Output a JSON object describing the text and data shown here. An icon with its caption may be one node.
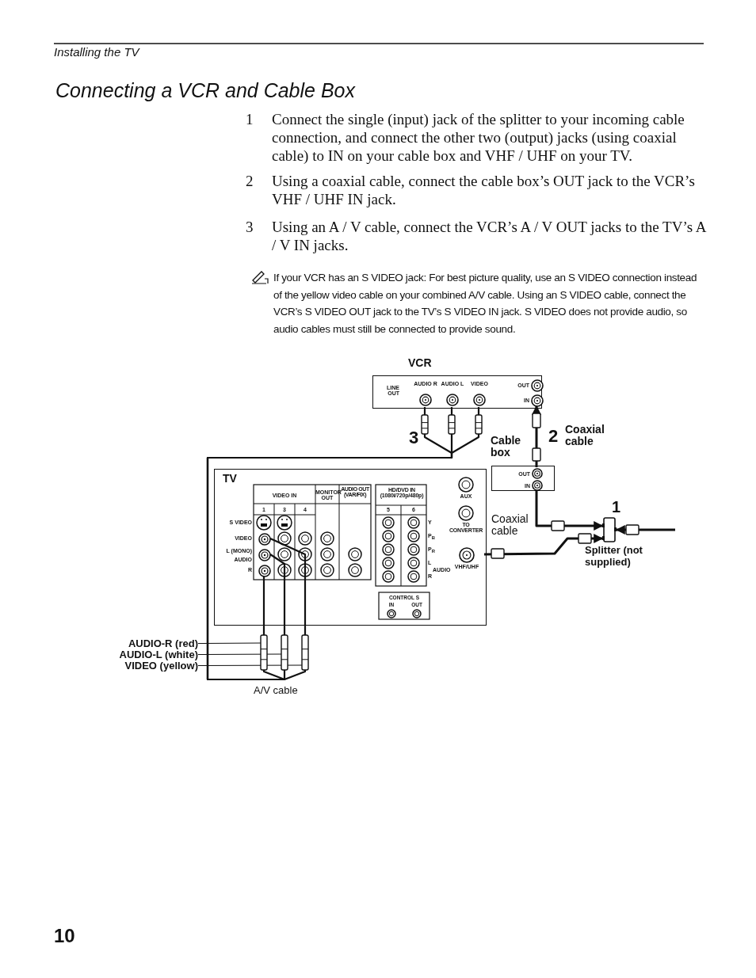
{
  "diagram": {
    "title": "Connecting a VCR and Cable Box",
    "nodes": [
      {
        "text": [
          "VCR"
        ]
      },
      {
        "text": [
          "AUDIO R"
        ],
        "in": 0
      },
      {
        "text": [
          "AUDIO L"
        ],
        "in": 0
      },
      {
        "text": [
          "VIDEO"
        ],
        "in": 0
      },
      {
        "text": [
          "OUT"
        ],
        "in": 0
      },
      {
        "text": [
          "IN"
        ],
        "in": 0
      },
      {
        "text": [
          "Cable box"
        ]
      },
      {
        "text": [
          "OUT"
        ],
        "in": 6
      },
      {
        "text": [
          "IN"
        ],
        "in": 6
      },
      {
        "text": [],
        "shape": "box",
        "beside": [
          "Splitter (not supplied)"
        ]
      },
      {
        "text": [
          "TV"
        ]
      },
      {
        "text": [],
        "shape": "circle",
        "in": 10
      },
      {
        "text": [],
        "shape": "circle",
        "in": 10
      },
      {
        "text": [],
        "shape": "circle",
        "in": 10
      },
      {
        "text": [
          "VHF/UHF"
        ],
        "in": 10
      },
      {
        "text": [
          "AUDIO-R (red)"
        ]
      },
      {
        "text": [
          "AUDIO-L (white)"
        ]
      },
      {
        "text": [
          "VIDEO (yellow)"
        ]
      }
    ],
    "edges": [
      {
        "from": 1,
        "to": 13,
        "arrow": "none"
      },
      {
        "from": 2,
        "to": 12,
        "arrow": "none"
      },
      {
        "from": 3,
        "to": 11,
        "arrow": "none"
      },
      {
        "from": 7,
        "to": 5,
        "arrow": "to"
      },
      {
        "from": 8,
        "to": 9,
        "arrow": "to"
      },
      {
        "from": 14,
        "to": 9,
        "arrow": "to"
      },
      {
        "from": null,
        "to": 9,
        "arrow": "to"
      },
      {
        "from": 15,
        "to": null,
        "arrow": "none"
      },
      {
        "from": 16,
        "to": null,
        "arrow": "none"
      },
      {
        "from": 17,
        "to": null,
        "arrow": "none"
      }
    ],
    "labels": [
      "Installing the TV",
      "1",
      "Connect the single (input) jack of the splitter to your incoming cable connection, and connect the other two (output) jacks (using coaxial cable) to IN on your cable box and VHF / UHF on your TV.",
      "2",
      "Using a coaxial cable, connect the cable box’s OUT jack to the VCR’s VHF / UHF IN jack.",
      "3",
      "Using an A / V cable, connect the VCR’s A / V OUT jacks to the TV’s A / V IN jacks.",
      "If your VCR has an S VIDEO jack: For best picture quality, use an S VIDEO connection instead of the yellow video cable on your combined A/V cable. Using an S VIDEO cable, connect the VCR’s S VIDEO OUT jack to the TV’s S VIDEO IN jack. S VIDEO does not provide audio, so audio cables must still be connected to provide sound.",
      "LINE OUT",
      "3",
      "2",
      "Coaxial cable",
      "VIDEO IN",
      "MONITOR OUT",
      "AUDIO OUT (VAR/FIX)",
      "1",
      "3",
      "4",
      "S VIDEO",
      "VIDEO",
      "L (MONO)",
      "AUDIO",
      "R",
      "HD/DVD IN (1080i/720p/480p)",
      "5",
      "6",
      "Y",
      "P$_{B}$",
      "P$_{R}$",
      "L",
      "AUDIO",
      "R",
      "AUX",
      "TO CONVERTER",
      "CONTROL S",
      "IN",
      "OUT",
      "1",
      "Coaxial cable",
      "A/V cable",
      "10"
    ]
  }
}
